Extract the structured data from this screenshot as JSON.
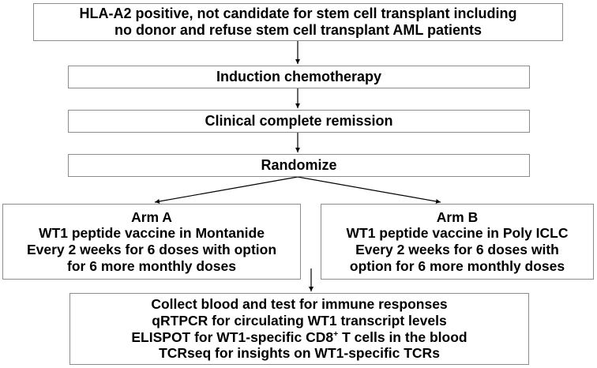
{
  "top_box": {
    "line1": "HLA-A2 positive, not candidate for stem cell transplant including",
    "line2": "no donor and refuse stem cell transplant AML patients"
  },
  "induction": "Induction chemotherapy",
  "remission": "Clinical complete remission",
  "randomize": "Randomize",
  "arm_a": {
    "title": "Arm A",
    "line1": "WT1 peptide vaccine in Montanide",
    "line2": "Every 2 weeks for 6 doses with option",
    "line3": "for 6 more monthly doses"
  },
  "arm_b": {
    "title": "Arm B",
    "line1": "WT1 peptide vaccine in Poly ICLC",
    "line2": "Every 2 weeks for 6 doses with",
    "line3": "option for 6 more monthly doses"
  },
  "outcomes": {
    "line1": "Collect blood and test for immune responses",
    "line2": "qRTPCR for circulating WT1 transcript levels",
    "line3_pre": "ELISPOT for WT1-specific CD8",
    "line3_sup": "+",
    "line3_post": " T cells in the blood",
    "line4": "TCRseq for insights on WT1-specific TCRs"
  },
  "colors": {
    "border": "#8c8c8c",
    "arrow": "#000000",
    "text": "#000000"
  }
}
